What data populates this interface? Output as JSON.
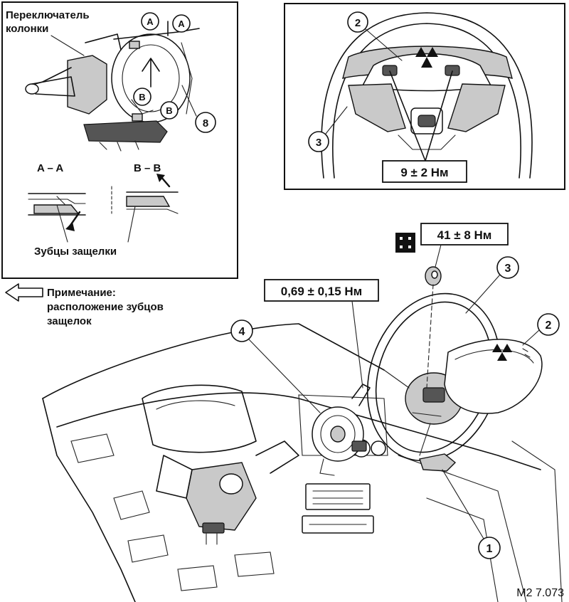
{
  "inset_left": {
    "switch_label_line1": "Переключатель",
    "switch_label_line2": "колонки",
    "marker_a": "A",
    "marker_b": "B",
    "callout_8": "8",
    "section_aa": "A – A",
    "section_bb": "B – B",
    "latch_teeth_label": "Зубцы защелки"
  },
  "note": {
    "line1": "Примечание:",
    "line2": "расположение зубцов",
    "line3": "защелок"
  },
  "inset_right": {
    "callout_2": "2",
    "callout_3": "3",
    "torque": "9 ± 2 Нм"
  },
  "main": {
    "torque_nut": "41 ± 8 Нм",
    "torque_clock_spring": "0,69 ± 0,15 Нм",
    "callout_1": "1",
    "callout_2": "2",
    "callout_3": "3",
    "callout_4": "4"
  },
  "figure_code": "M2 7.073",
  "colors": {
    "ink": "#111111",
    "shade": "#c9c9c9",
    "background": "#ffffff"
  }
}
